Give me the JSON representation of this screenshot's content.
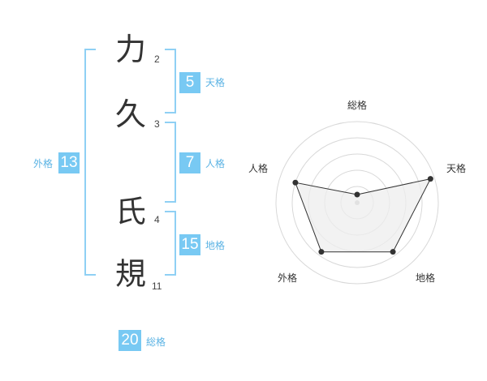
{
  "name": {
    "characters": [
      {
        "char": "力",
        "strokes": "2"
      },
      {
        "char": "久",
        "strokes": "3"
      },
      {
        "char": "氏",
        "strokes": "4"
      },
      {
        "char": "規",
        "strokes": "11"
      }
    ]
  },
  "fortunes": {
    "tenkaku": {
      "value": "5",
      "label": "天格"
    },
    "jinkaku": {
      "value": "7",
      "label": "人格"
    },
    "chikaku": {
      "value": "15",
      "label": "地格"
    },
    "gaikaku": {
      "value": "13",
      "label": "外格"
    },
    "soukaku": {
      "value": "20",
      "label": "総格"
    }
  },
  "colors": {
    "badge": "#78c9f3",
    "bracket": "#8fd0f4",
    "label": "#5bb3e4",
    "radar_fill": "#eeeeee",
    "radar_line": "#333333",
    "grid": "#d8d8d8"
  },
  "chart_data": {
    "type": "radar",
    "axes": [
      "総格",
      "天格",
      "地格",
      "外格",
      "人格"
    ],
    "values": [
      0.1,
      0.95,
      0.75,
      0.75,
      0.8
    ],
    "range": [
      0,
      1
    ],
    "rings": 5
  }
}
